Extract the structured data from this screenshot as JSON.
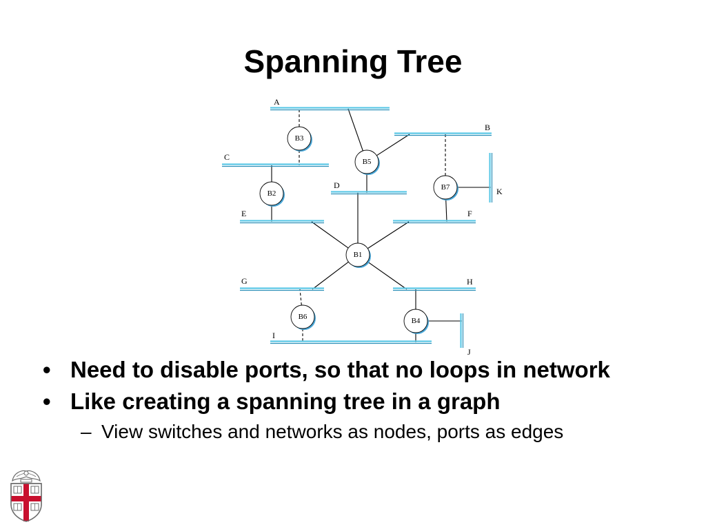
{
  "slide": {
    "title": "Spanning Tree"
  },
  "diagram": {
    "networks": [
      {
        "id": "A",
        "label": "A",
        "orientation": "horizontal"
      },
      {
        "id": "B",
        "label": "B",
        "orientation": "horizontal"
      },
      {
        "id": "C",
        "label": "C",
        "orientation": "horizontal"
      },
      {
        "id": "D",
        "label": "D",
        "orientation": "horizontal"
      },
      {
        "id": "E",
        "label": "E",
        "orientation": "horizontal"
      },
      {
        "id": "F",
        "label": "F",
        "orientation": "horizontal"
      },
      {
        "id": "G",
        "label": "G",
        "orientation": "horizontal"
      },
      {
        "id": "H",
        "label": "H",
        "orientation": "horizontal"
      },
      {
        "id": "I",
        "label": "I",
        "orientation": "horizontal"
      },
      {
        "id": "J",
        "label": "J",
        "orientation": "vertical"
      },
      {
        "id": "K",
        "label": "K",
        "orientation": "vertical"
      }
    ],
    "bridges": [
      {
        "id": "B1",
        "label": "B1"
      },
      {
        "id": "B2",
        "label": "B2"
      },
      {
        "id": "B3",
        "label": "B3"
      },
      {
        "id": "B4",
        "label": "B4"
      },
      {
        "id": "B5",
        "label": "B5"
      },
      {
        "id": "B6",
        "label": "B6"
      },
      {
        "id": "B7",
        "label": "B7"
      }
    ],
    "links": [
      {
        "bridge": "B3",
        "network": "A",
        "state": "disabled"
      },
      {
        "bridge": "B3",
        "network": "C",
        "state": "disabled"
      },
      {
        "bridge": "B5",
        "network": "A",
        "state": "active"
      },
      {
        "bridge": "B5",
        "network": "B",
        "state": "active"
      },
      {
        "bridge": "B5",
        "network": "D",
        "state": "active"
      },
      {
        "bridge": "B2",
        "network": "C",
        "state": "active"
      },
      {
        "bridge": "B2",
        "network": "E",
        "state": "active"
      },
      {
        "bridge": "B7",
        "network": "B",
        "state": "disabled"
      },
      {
        "bridge": "B7",
        "network": "F",
        "state": "active"
      },
      {
        "bridge": "B7",
        "network": "K",
        "state": "active"
      },
      {
        "bridge": "B1",
        "network": "D",
        "state": "active"
      },
      {
        "bridge": "B1",
        "network": "E",
        "state": "active"
      },
      {
        "bridge": "B1",
        "network": "F",
        "state": "active"
      },
      {
        "bridge": "B1",
        "network": "G",
        "state": "active"
      },
      {
        "bridge": "B1",
        "network": "H",
        "state": "active"
      },
      {
        "bridge": "B6",
        "network": "G",
        "state": "disabled"
      },
      {
        "bridge": "B6",
        "network": "I",
        "state": "disabled"
      },
      {
        "bridge": "B4",
        "network": "H",
        "state": "active"
      },
      {
        "bridge": "B4",
        "network": "I",
        "state": "active"
      },
      {
        "bridge": "B4",
        "network": "J",
        "state": "active"
      }
    ],
    "colors": {
      "network_line": "#5bc8e6",
      "network_line_dark": "#2a8fb8",
      "bridge_fill": "#ffffff",
      "bridge_shadow": "#4aa6d6",
      "link": "#000000"
    }
  },
  "bullets": [
    {
      "marker": "•",
      "text": "Need to disable ports, so that no loops in network"
    },
    {
      "marker": "•",
      "text": "Like creating a spanning tree in a graph"
    }
  ],
  "sub_bullets": [
    {
      "marker": "–",
      "text": "View switches and networks as nodes, ports as edges"
    }
  ],
  "logo": {
    "name": "university-crest-icon"
  },
  "colors": {
    "crest_red": "#c8102e",
    "crest_gray": "#6b6b6b"
  }
}
